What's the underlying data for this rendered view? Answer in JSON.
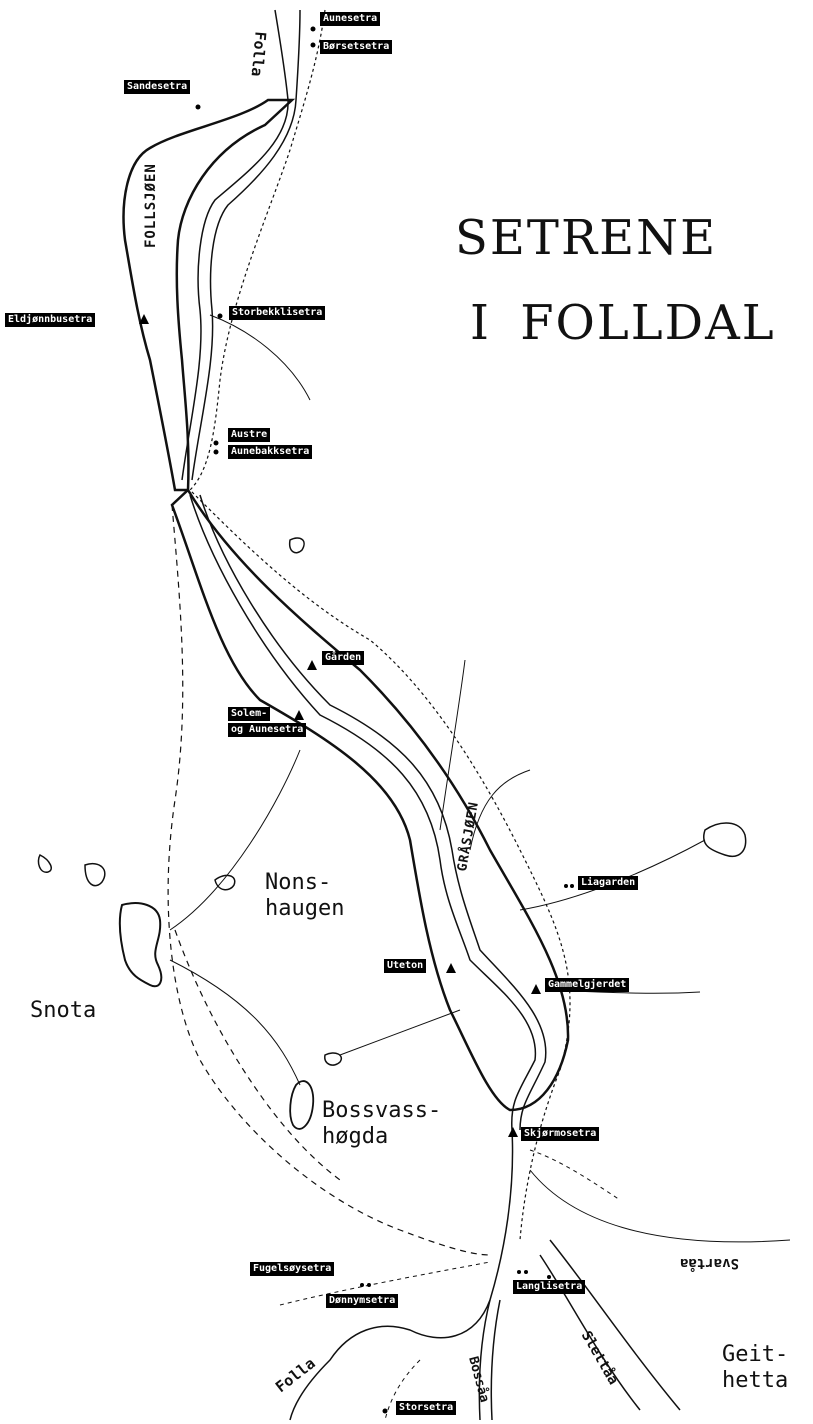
{
  "title": {
    "line1": "SETRENE",
    "line2": "I FOLLDAL"
  },
  "areas": {
    "nonshaugen": "Nons-\nhaugen",
    "snota": "Snota",
    "bossvasshogda": "Bossvass-\nhøgda",
    "geithetta": "Geit-\nhetta"
  },
  "lakes": {
    "follsjoen": "FOLLSJØEN",
    "grasjoen": "GRÅSJØEN"
  },
  "rivers": {
    "folla_top": "Folla",
    "folla_bottom": "Folla",
    "svartaa": "Svartåa",
    "slettaa": "Slettåa",
    "bossaa": "Bossåa"
  },
  "farms": {
    "aunesetra": "Aunesetra",
    "borsetsetra": "Børsetsetra",
    "sandesetra": "Sandesetra",
    "eldjonnbusetra": "Eldjønnbusetra",
    "storbekklisetra": "Storbekklisetra",
    "austre": "Austre",
    "aunebakksetra": "Aunebakksetra",
    "garden": "Gården",
    "solem": "Solem-",
    "og_aunesetra": "og Aunesetra",
    "liagarden": "Liagarden",
    "uteton": "Uteton",
    "gammelgjerdet": "Gammelgjerdet",
    "skjormosetra": "Skjørmosetra",
    "fugelsoysetra": "Fugelsøysetra",
    "donnymsetra": "Dønnymsetra",
    "langlisetra": "Langlisetra",
    "storsetra": "Storsetra"
  }
}
